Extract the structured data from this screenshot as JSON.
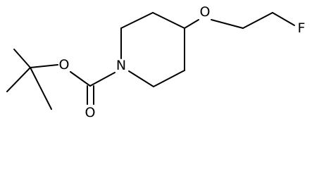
{
  "atoms": {
    "ester_oxygen": "O",
    "carbonyl_oxygen": "O",
    "ring_nitrogen": "N",
    "ether_oxygen": "O",
    "fluorine": "F"
  },
  "colors": {
    "bond": "#000000",
    "label": "#000000",
    "background": "#ffffff"
  }
}
